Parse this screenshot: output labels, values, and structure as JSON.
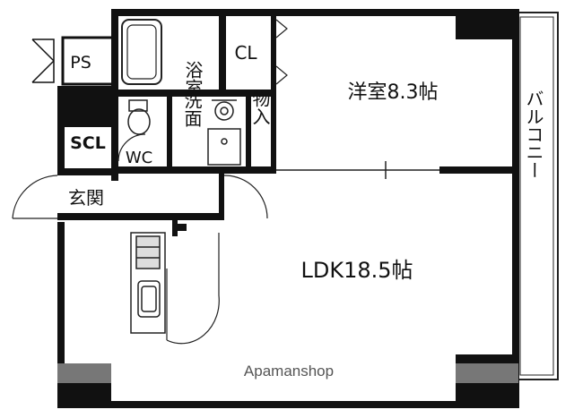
{
  "rooms": {
    "ps": "PS",
    "bath": "浴室",
    "closet": "CL",
    "western_room": "洋室8.3帖",
    "washroom": "洗面",
    "storage": "物入",
    "shoe_closet": "SCL",
    "toilet": "WC",
    "entrance": "玄関",
    "ldk": "LDK18.5帖",
    "balcony": "バルコニー"
  },
  "watermark": "Apamanshop",
  "colors": {
    "wall": "#111111",
    "wall_gray": "#777777",
    "line": "#222222",
    "background": "#ffffff"
  }
}
